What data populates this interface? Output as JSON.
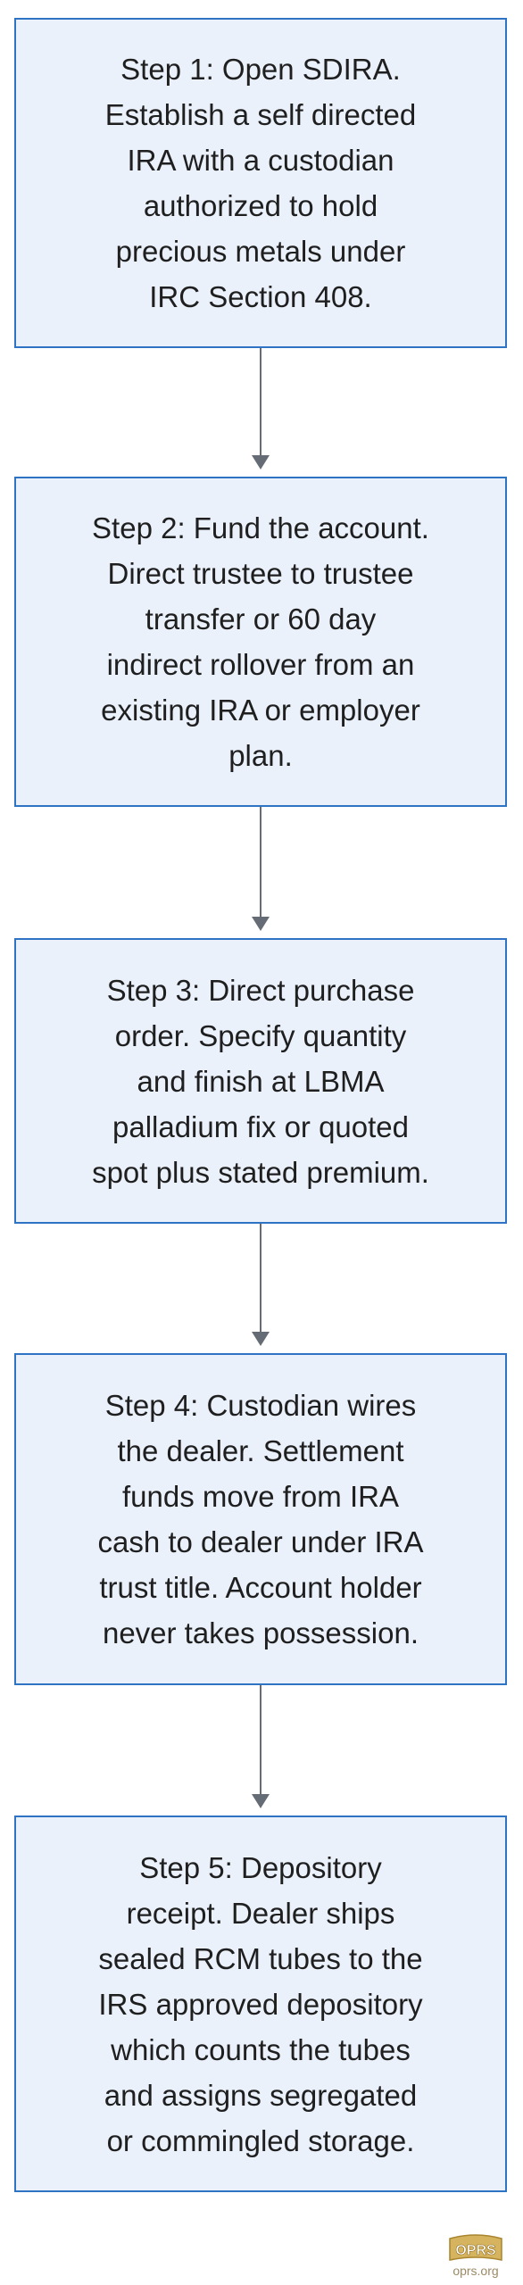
{
  "steps": [
    {
      "text": "Step 1: Open SDIRA.\nEstablish a self directed\nIRA with a custodian\nauthorized to hold\nprecious metals under\nIRC Section 408."
    },
    {
      "text": "Step 2: Fund the account.\nDirect trustee to trustee\ntransfer or 60 day\nindirect rollover from an\nexisting IRA or employer\nplan."
    },
    {
      "text": "Step 3: Direct purchase\norder. Specify quantity\nand finish at LBMA\npalladium fix or quoted\nspot plus stated premium."
    },
    {
      "text": "Step 4: Custodian wires\nthe dealer. Settlement\nfunds move from IRA\ncash to dealer under IRA\ntrust title. Account holder\nnever takes possession."
    },
    {
      "text": "Step 5: Depository\nreceipt. Dealer ships\nsealed RCM tubes to the\nIRS approved depository\nwhich counts the tubes\nand assigns segregated\nor commingled storage."
    }
  ],
  "logo": {
    "text": "OPRS",
    "url": "oprs.org"
  },
  "colors": {
    "box_fill": "#eaf1fb",
    "box_border": "#2f73c5",
    "arrow": "#666c75",
    "logo": "#c8a44e"
  }
}
